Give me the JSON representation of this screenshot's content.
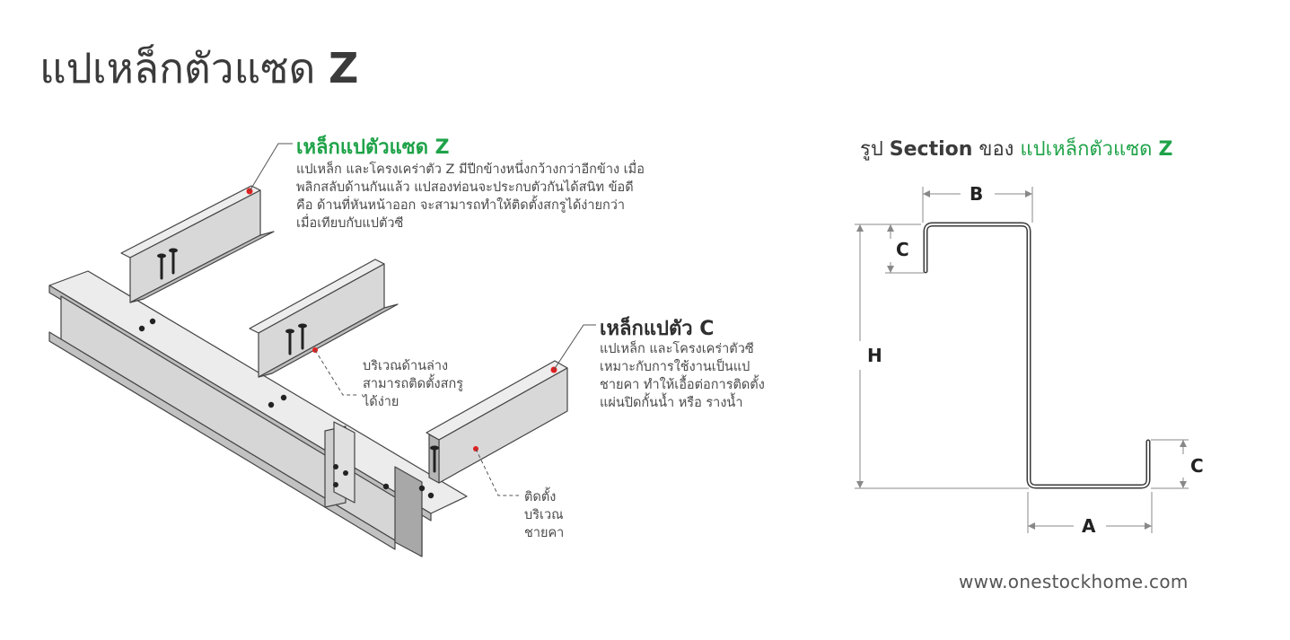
{
  "title": {
    "main": "แปเหล็กตัวแซด",
    "letter": "Z"
  },
  "z_callout": {
    "heading": "เหล็กแปตัวแซด Z",
    "description": "แปเหล็ก และโครงเคร่าตัว Z มีปีกข้างหนึ่งกว้างกว่าอีกข้าง เมื่อ\nพลิกสลับด้านกันแล้ว แปสองท่อนจะประกบตัวกันได้สนิท ข้อดี\nคือ ด้านที่หันหน้าออก จะสามารถทำให้ติดตั้งสกรูได้ง่ายกว่า\nเมื่อเทียบกับแปตัวซี"
  },
  "c_callout": {
    "heading": "เหล็กแปตัว C",
    "description": "แปเหล็ก และโครงเคร่าตัวซี\nเหมาะกับการใช้งานเป็นแป\nชายคา ทำให้เอื้อต่อการติดตั้ง\nแผ่นปิดกั้นน้ำ หรือ รางน้ำ"
  },
  "notes": {
    "bottom_area": "บริเวณด้านล่าง\nสามารถติดตั้งสกรู\nได้ง่าย",
    "eave_area": "ติดตั้ง\nบริเวณ\nชายคา"
  },
  "section": {
    "prefix": "รูป",
    "word": "Section",
    "middle": "ของ",
    "name": "แปเหล็กตัวแซด",
    "letter": "Z"
  },
  "dimensions": {
    "A": "A",
    "B": "B",
    "C_top": "C",
    "C_bottom": "C",
    "H": "H"
  },
  "website": "www.onestockhome.com",
  "colors": {
    "accent_green": "#1fa349",
    "marker_red": "#e02020",
    "steel_light": "#e4e4e4",
    "steel_dark": "#9a9a9a",
    "outline": "#444444"
  }
}
